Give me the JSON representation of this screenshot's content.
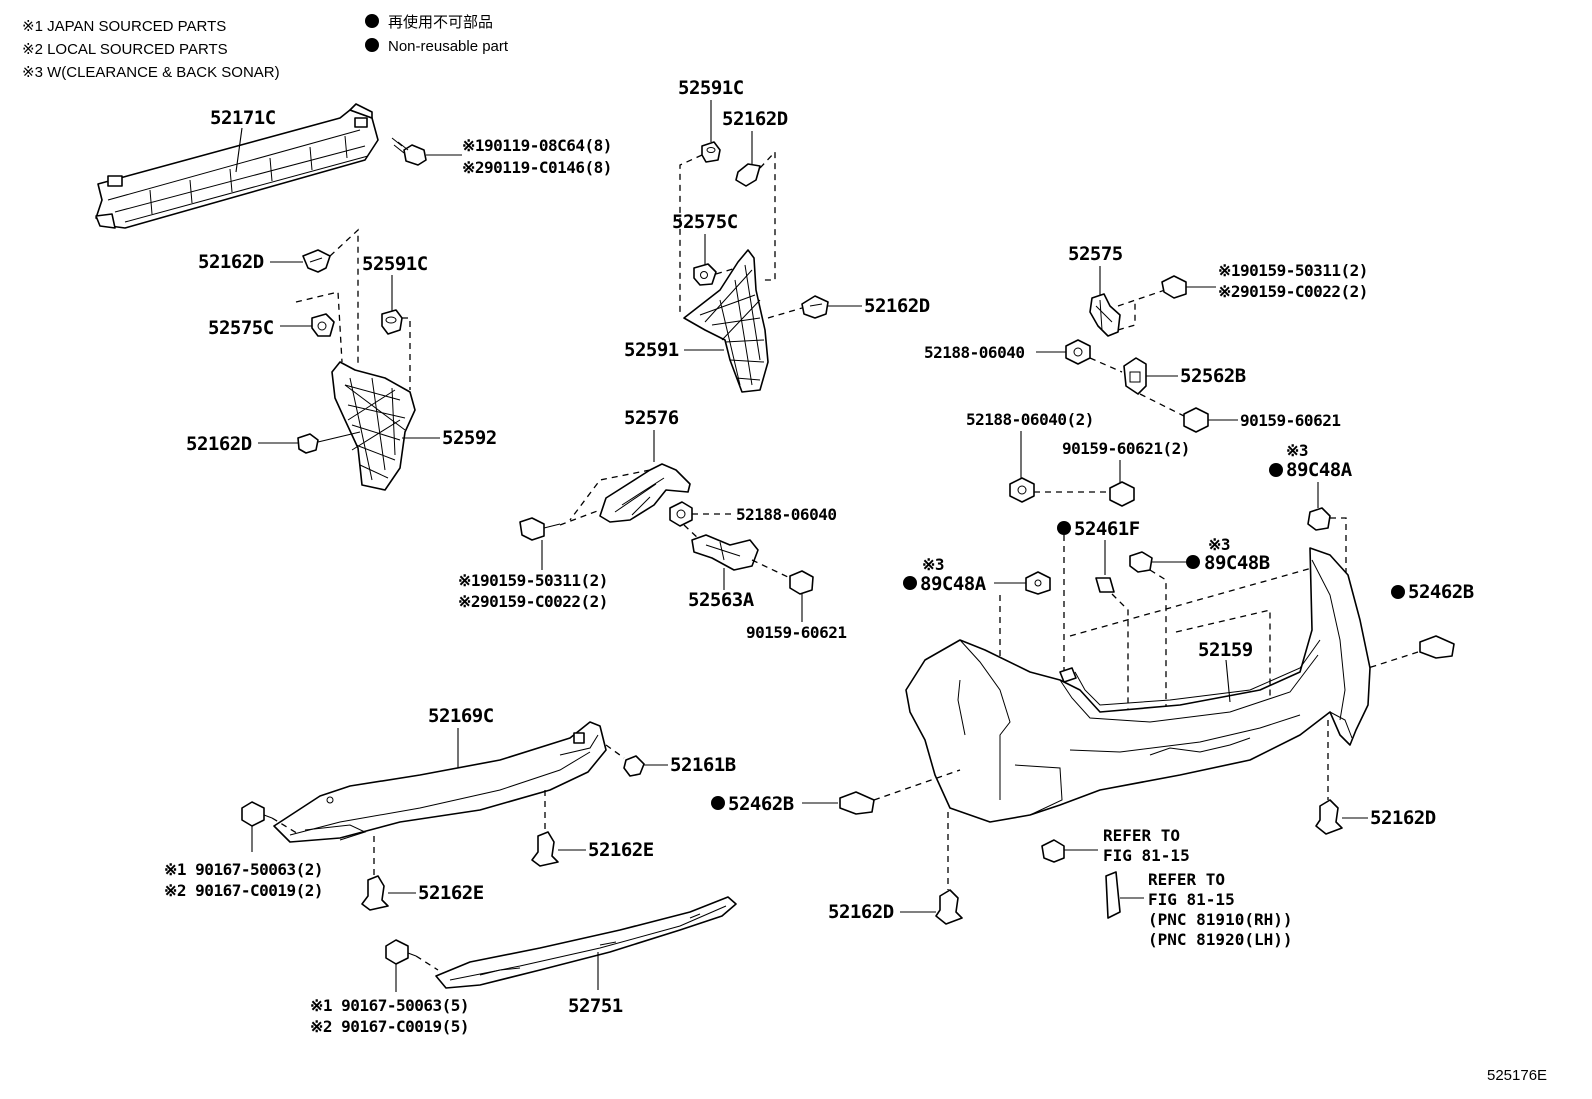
{
  "legend": {
    "notes": [
      "※1 JAPAN SOURCED PARTS",
      "※2 LOCAL SOURCED PARTS",
      "※3 W(CLEARANCE & BACK SONAR)"
    ],
    "key_jp": "再使用不可部品",
    "key_en": "Non-reusable part"
  },
  "labels": {
    "p52171C": "52171C",
    "p190119_08C64": "※190119-08C64(8)",
    "p290119_C0146": "※290119-C0146(8)",
    "p52162D_a": "52162D",
    "p52591C_a": "52591C",
    "p52575C_a": "52575C",
    "p52162D_b": "52162D",
    "p52592": "52592",
    "p52591C_b": "52591C",
    "p52162D_c": "52162D",
    "p52575C_b": "52575C",
    "p52162D_d": "52162D",
    "p52591": "52591",
    "p52576": "52576",
    "p52188_06040_a": "52188-06040",
    "p52563A": "52563A",
    "p90159_60621_a": "90159-60621",
    "p190159_50311_a": "※190159-50311(2)",
    "p290159_C0022_a": "※290159-C0022(2)",
    "p52575": "52575",
    "p190159_50311_b": "※190159-50311(2)",
    "p290159_C0022_b": "※290159-C0022(2)",
    "p52188_06040_b": "52188-06040",
    "p52562B": "52562B",
    "p90159_60621_b": "90159-60621",
    "p52188_06040_2": "52188-06040(2)",
    "p90159_60621_2": "90159-60621(2)",
    "ref3_a": "※3",
    "p89C48A_a": "89C48A",
    "p52461F": "52461F",
    "ref3_b": "※3",
    "p89C48B": "89C48B",
    "ref3_c": "※3",
    "p89C48A_b": "89C48A",
    "p52462B_a": "52462B",
    "p52159": "52159",
    "p52169C": "52169C",
    "p52161B": "52161B",
    "p52462B_b": "52462B",
    "p52162D_e": "52162D",
    "p52162E_a": "52162E",
    "p90167_50063_2": "※1 90167-50063(2)",
    "p90167_C0019_2": "※2 90167-C0019(2)",
    "p52162E_b": "52162E",
    "p52162D_f": "52162D",
    "p90167_50063_5": "※1 90167-50063(5)",
    "p90167_C0019_5": "※2 90167-C0019(5)",
    "p52751": "52751"
  },
  "refer_a": [
    "REFER TO",
    "FIG 81-15"
  ],
  "refer_b": [
    "REFER TO",
    "FIG 81-15",
    "(PNC 81910(RH))",
    "(PNC 81920(LH))"
  ],
  "figure_code": "525176E"
}
